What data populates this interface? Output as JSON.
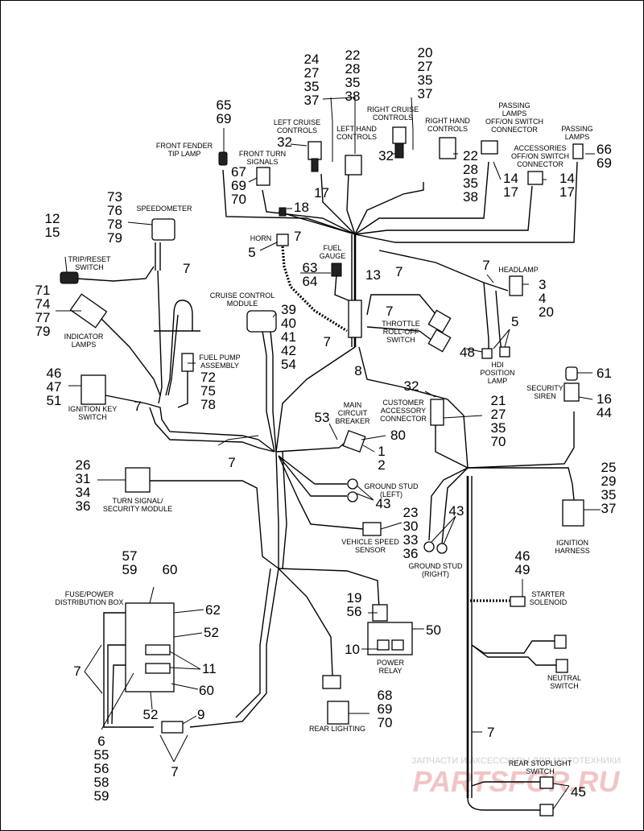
{
  "labels": {
    "front_fender_tip_lamp": [
      "FRONT FENDER",
      "TIP LAMP"
    ],
    "front_turn_signals": [
      "FRONT TURN",
      "SIGNALS"
    ],
    "left_cruise_controls": [
      "LEFT CRUISE",
      "CONTROLS"
    ],
    "left_hand_controls": [
      "LEFT HAND",
      "CONTROLS"
    ],
    "right_cruise_controls": [
      "RIGHT CRUISE",
      "CONTROLS"
    ],
    "right_hand_controls": [
      "RIGHT HAND",
      "CONTROLS"
    ],
    "passing_lamps_switch_connector": [
      "PASSING",
      "LAMPS",
      "OFF/ON SWITCH",
      "CONNECTOR"
    ],
    "accessories_switch_connector": [
      "ACCESSORIES",
      "OFF/ON SWITCH",
      "CONNECTOR"
    ],
    "passing_lamps": [
      "PASSING",
      "LAMPS"
    ],
    "speedometer": [
      "SPEEDOMETER"
    ],
    "trip_reset_switch": [
      "TRIP/RESET",
      "SWITCH"
    ],
    "horn": [
      "HORN"
    ],
    "fuel_gauge": [
      "FUEL",
      "GAUGE"
    ],
    "headlamp": [
      "HEADLAMP"
    ],
    "indicator_lamps": [
      "INDICATOR",
      "LAMPS"
    ],
    "cruise_control_module": [
      "CRUISE CONTROL",
      "MODULE"
    ],
    "fuel_pump_assembly": [
      "FUEL PUMP",
      "ASSEMBLY"
    ],
    "throttle_roll_off_switch": [
      "THROTTLE",
      "ROLL-OFF",
      "SWITCH"
    ],
    "hdi_position_lamp": [
      "HDI",
      "POSITION",
      "LAMP"
    ],
    "ignition_key_switch": [
      "IGNITION KEY",
      "SWITCH"
    ],
    "security_siren": [
      "SECURITY",
      "SIREN"
    ],
    "main_circuit_breaker": [
      "MAIN",
      "CIRCUIT",
      "BREAKER"
    ],
    "customer_accessory_connector": [
      "CUSTOMER",
      "ACCESSORY",
      "CONNECTOR"
    ],
    "turn_signal_security_module": [
      "TURN SIGNAL/",
      "SECURITY MODULE"
    ],
    "ground_stud_left": [
      "GROUND STUD",
      "(LEFT)"
    ],
    "ignition_harness": [
      "IGNITION",
      "HARNESS"
    ],
    "vehicle_speed_sensor": [
      "VEHICLE SPEED",
      "SENSOR"
    ],
    "ground_stud_right": [
      "GROUND STUD",
      "(RIGHT)"
    ],
    "fuse_power_distribution_box": [
      "FUSE/POWER",
      "DISTRIBUTION BOX"
    ],
    "starter_solenoid": [
      "STARTER",
      "SOLENOID"
    ],
    "power_relay": [
      "POWER",
      "RELAY"
    ],
    "neutral_switch": [
      "NEUTRAL",
      "SWITCH"
    ],
    "rear_lighting": [
      "REAR LIGHTING"
    ],
    "rear_stoplight_switch": [
      "REAR STOPLIGHT",
      "SWITCH"
    ]
  },
  "callouts": {
    "c_65_69": [
      "65",
      "69"
    ],
    "c_24_27_35_37": [
      "24",
      "27",
      "35",
      "37"
    ],
    "c_22_28_35_38_top": [
      "22",
      "28",
      "35",
      "38"
    ],
    "c_20_27_35_37": [
      "20",
      "27",
      "35",
      "37"
    ],
    "c_32_left": [
      "32"
    ],
    "c_32_right": [
      "32"
    ],
    "c_22_28_35_38_side": [
      "22",
      "28",
      "35",
      "38"
    ],
    "c_14_17_a": [
      "14",
      "17"
    ],
    "c_14_17_b": [
      "14",
      "17"
    ],
    "c_66_69": [
      "66",
      "69"
    ],
    "c_67_69_70": [
      "67",
      "69",
      "70"
    ],
    "c_17": [
      "17"
    ],
    "c_18": [
      "18"
    ],
    "c_73_76_78_79": [
      "73",
      "76",
      "78",
      "79"
    ],
    "c_12_15": [
      "12",
      "15"
    ],
    "c_7_horn": [
      "7"
    ],
    "c_5_horn": [
      "5"
    ],
    "c_7_main": [
      "7"
    ],
    "c_63_64": [
      "63",
      "64"
    ],
    "c_7_speedo": [
      "7"
    ],
    "c_13": [
      "13"
    ],
    "c_7_headlamp": [
      "7"
    ],
    "c_3_4_20": [
      "3",
      "4",
      "20"
    ],
    "c_71_74_77_79": [
      "71",
      "74",
      "77",
      "79"
    ],
    "c_39_54": [
      "39",
      "40",
      "41",
      "42",
      "54"
    ],
    "c_7_throttle": [
      "7"
    ],
    "c_5_hdi": [
      "5"
    ],
    "c_7_center": [
      "7"
    ],
    "c_48": [
      "48"
    ],
    "c_8": [
      "8"
    ],
    "c_72_75_78": [
      "72",
      "75",
      "78"
    ],
    "c_46_47_51": [
      "46",
      "47",
      "51"
    ],
    "c_7_key": [
      "7"
    ],
    "c_32_cust": [
      "32"
    ],
    "c_61": [
      "61"
    ],
    "c_16_44": [
      "16",
      "44"
    ],
    "c_21_27_35_70": [
      "21",
      "27",
      "35",
      "70"
    ],
    "c_53": [
      "53"
    ],
    "c_80": [
      "80"
    ],
    "c_1_2": [
      "1",
      "2"
    ],
    "c_7_lower": [
      "7"
    ],
    "c_26_31_34_36": [
      "26",
      "31",
      "34",
      "36"
    ],
    "c_25_29_35_37": [
      "25",
      "29",
      "35",
      "37"
    ],
    "c_43_left": [
      "43"
    ],
    "c_23_30_33_36": [
      "23",
      "30",
      "33",
      "36"
    ],
    "c_43_right": [
      "43"
    ],
    "c_57_59": [
      "57",
      "59"
    ],
    "c_60_top": [
      "60"
    ],
    "c_46_49": [
      "46",
      "49"
    ],
    "c_62": [
      "62"
    ],
    "c_52_top": [
      "52"
    ],
    "c_19_56": [
      "19",
      "56"
    ],
    "c_50": [
      "50"
    ],
    "c_7_fuse": [
      "7"
    ],
    "c_10": [
      "10"
    ],
    "c_11": [
      "11"
    ],
    "c_60_bottom": [
      "60"
    ],
    "c_52_bottom": [
      "52"
    ],
    "c_9": [
      "9"
    ],
    "c_68_69_70": [
      "68",
      "69",
      "70"
    ],
    "c_6_59": [
      "6",
      "55",
      "56",
      "58",
      "59"
    ],
    "c_7_bottom": [
      "7"
    ],
    "c_7_right": [
      "7"
    ],
    "c_45": [
      "45"
    ]
  },
  "watermark": {
    "line1": "ЗАПЧАСТИ И АКСЕССУАРЫ ДЛЯ МОТОТЕХНИКИ",
    "line2": "PARTSFOR.RU"
  },
  "colors": {
    "line": "#000000",
    "background": "#ffffff",
    "watermark_text": "#d0d0d0",
    "watermark_logo": "#e8a0a0"
  }
}
